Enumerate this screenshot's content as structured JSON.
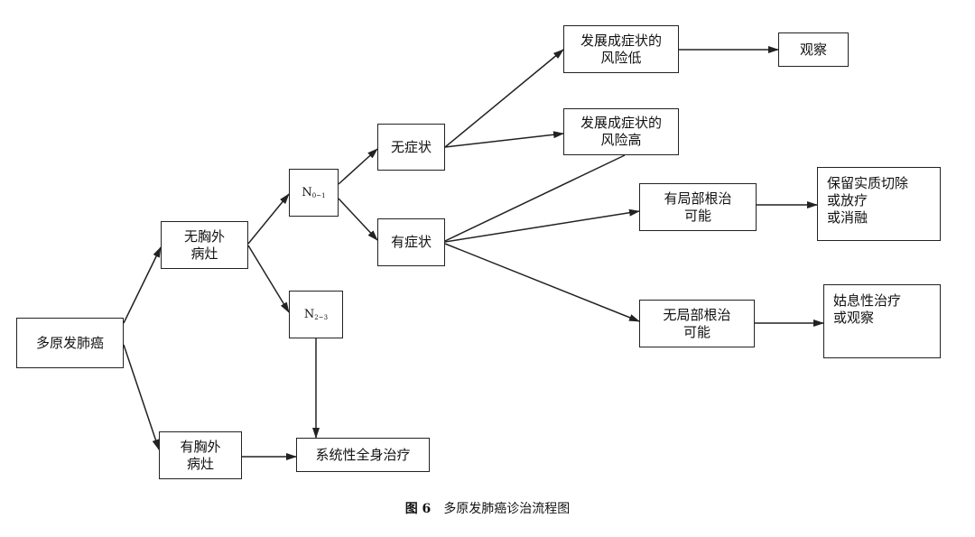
{
  "nodes": {
    "mpl": [
      "多原发肺癌"
    ],
    "no_extra": [
      "无胸外",
      "病灶"
    ],
    "has_extra": [
      "有胸外",
      "病灶"
    ],
    "n01": {
      "base": "N",
      "sub": "0~1"
    },
    "n23": {
      "base": "N",
      "sub": "2~3"
    },
    "systemic": [
      "系统性全身治疗"
    ],
    "asymptomatic": [
      "无症状"
    ],
    "symptomatic": [
      "有症状"
    ],
    "low_risk": [
      "发展成症状的",
      "风险低"
    ],
    "high_risk": [
      "发展成症状的",
      "风险高"
    ],
    "local_possible": [
      "有局部根治",
      "可能"
    ],
    "local_impossible": [
      "无局部根治",
      "可能"
    ],
    "observe": [
      "观察"
    ],
    "preserve": [
      "保留实质切除",
      "或放疗",
      "或消融"
    ],
    "palliative": [
      "姑息性治疗",
      "或观察"
    ]
  },
  "caption": {
    "number": "图 6",
    "text": "多原发肺癌诊治流程图"
  }
}
